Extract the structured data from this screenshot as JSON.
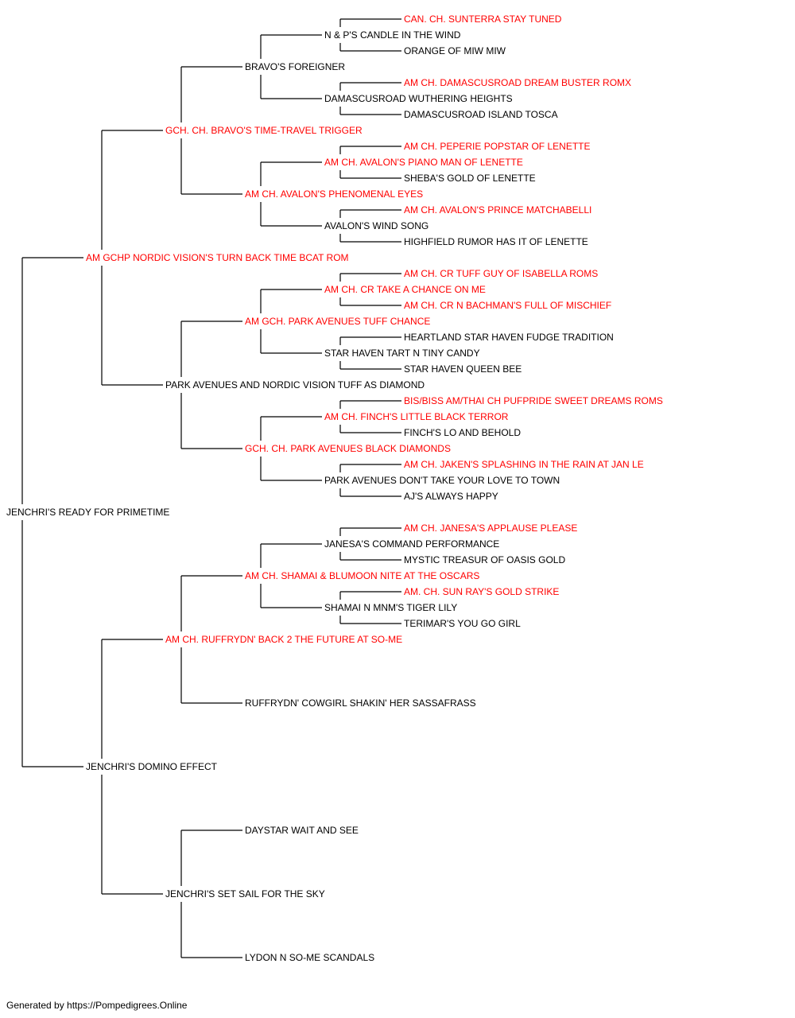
{
  "colors": {
    "champion": "#ff0000",
    "normal": "#000000",
    "connector": "#000000"
  },
  "pedigree": {
    "name": "JENCHRI'S READY FOR PRIMETIME",
    "champion": false,
    "sire": {
      "name": "AM GCHP NORDIC VISION'S TURN BACK TIME BCAT ROM",
      "champion": true,
      "sire": {
        "name": "GCH. CH. BRAVO'S TIME-TRAVEL TRIGGER",
        "champion": true,
        "sire": {
          "name": "BRAVO'S FOREIGNER",
          "champion": false,
          "sire": {
            "name": "N & P'S CANDLE IN THE WIND",
            "champion": false,
            "sire": {
              "name": "CAN. CH. SUNTERRA STAY TUNED",
              "champion": true
            },
            "dam": {
              "name": "ORANGE OF MIW MIW",
              "champion": false
            }
          },
          "dam": {
            "name": "DAMASCUSROAD WUTHERING HEIGHTS",
            "champion": false,
            "sire": {
              "name": "AM CH. DAMASCUSROAD DREAM BUSTER ROMX",
              "champion": true
            },
            "dam": {
              "name": "DAMASCUSROAD ISLAND TOSCA",
              "champion": false
            }
          }
        },
        "dam": {
          "name": "AM CH. AVALON'S PHENOMENAL EYES",
          "champion": true,
          "sire": {
            "name": "AM CH. AVALON'S PIANO MAN OF LENETTE",
            "champion": true,
            "sire": {
              "name": "AM CH. PEPERIE POPSTAR OF LENETTE",
              "champion": true
            },
            "dam": {
              "name": "SHEBA'S GOLD OF LENETTE",
              "champion": false
            }
          },
          "dam": {
            "name": "AVALON'S WIND SONG",
            "champion": false,
            "sire": {
              "name": "AM CH. AVALON'S PRINCE MATCHABELLI",
              "champion": true
            },
            "dam": {
              "name": "HIGHFIELD RUMOR HAS IT OF LENETTE",
              "champion": false
            }
          }
        }
      },
      "dam": {
        "name": "PARK AVENUES AND NORDIC VISION TUFF AS DIAMOND",
        "champion": false,
        "sire": {
          "name": "AM GCH. PARK AVENUES TUFF CHANCE",
          "champion": true,
          "sire": {
            "name": "AM CH. CR TAKE A CHANCE ON ME",
            "champion": true,
            "sire": {
              "name": "AM CH. CR TUFF GUY OF ISABELLA ROMS",
              "champion": true
            },
            "dam": {
              "name": "AM CH. CR N BACHMAN'S FULL OF MISCHIEF",
              "champion": true
            }
          },
          "dam": {
            "name": "STAR HAVEN TART N TINY CANDY",
            "champion": false,
            "sire": {
              "name": "HEARTLAND STAR HAVEN FUDGE TRADITION",
              "champion": false
            },
            "dam": {
              "name": "STAR HAVEN QUEEN BEE",
              "champion": false
            }
          }
        },
        "dam": {
          "name": "GCH. CH. PARK AVENUES BLACK DIAMONDS",
          "champion": true,
          "sire": {
            "name": "AM CH. FINCH'S LITTLE BLACK TERROR",
            "champion": true,
            "sire": {
              "name": "BIS/BISS AM/THAI CH PUFPRIDE SWEET DREAMS ROMS",
              "champion": true
            },
            "dam": {
              "name": "FINCH'S LO AND BEHOLD",
              "champion": false
            }
          },
          "dam": {
            "name": "PARK AVENUES DON'T TAKE YOUR LOVE TO TOWN",
            "champion": false,
            "sire": {
              "name": "AM CH. JAKEN'S SPLASHING IN THE RAIN AT JAN LE",
              "champion": true
            },
            "dam": {
              "name": "AJ'S ALWAYS HAPPY",
              "champion": false
            }
          }
        }
      }
    },
    "dam": {
      "name": "JENCHRI'S DOMINO EFFECT",
      "champion": false,
      "sire": {
        "name": "AM CH. RUFFRYDN' BACK 2 THE FUTURE AT SO-ME",
        "champion": true,
        "sire": {
          "name": "AM CH. SHAMAI & BLUMOON NITE AT THE OSCARS",
          "champion": true,
          "sire": {
            "name": "JANESA'S COMMAND PERFORMANCE",
            "champion": false,
            "sire": {
              "name": "AM CH. JANESA'S APPLAUSE PLEASE",
              "champion": true
            },
            "dam": {
              "name": "MYSTIC TREASUR OF OASIS GOLD",
              "champion": false
            }
          },
          "dam": {
            "name": "SHAMAI N MNM'S TIGER LILY",
            "champion": false,
            "sire": {
              "name": "AM. CH. SUN RAY'S GOLD STRIKE",
              "champion": true
            },
            "dam": {
              "name": "TERIMAR'S YOU GO GIRL",
              "champion": false
            }
          }
        },
        "dam": {
          "name": "RUFFRYDN' COWGIRL SHAKIN' HER SASSAFRASS",
          "champion": false
        }
      },
      "dam": {
        "name": "JENCHRI'S SET SAIL FOR THE SKY",
        "champion": false,
        "sire": {
          "name": "DAYSTAR WAIT AND SEE",
          "champion": false
        },
        "dam": {
          "name": "LYDON N SO-ME SCANDALS",
          "champion": false
        }
      }
    }
  },
  "footer": "Generated by https://Pompedigrees.Online"
}
